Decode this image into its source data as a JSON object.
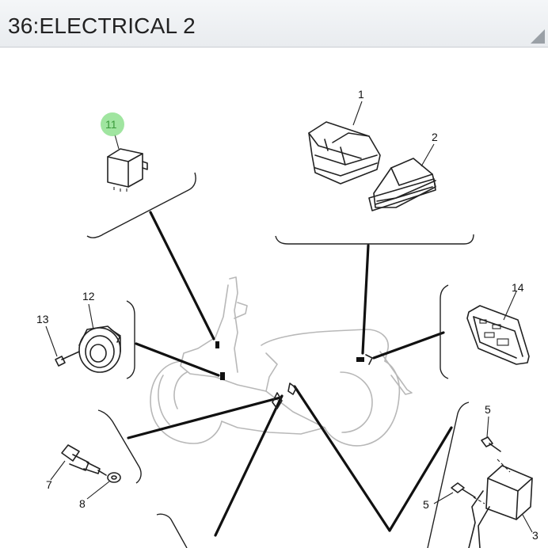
{
  "header": {
    "title": "36:ELECTRICAL 2"
  },
  "parts": [
    {
      "number": "1"
    },
    {
      "number": "2"
    },
    {
      "number": "3"
    },
    {
      "number": "5"
    },
    {
      "number": "5"
    },
    {
      "number": "7"
    },
    {
      "number": "8"
    },
    {
      "number": "11",
      "highlighted": true
    },
    {
      "number": "12"
    },
    {
      "number": "13"
    },
    {
      "number": "14"
    }
  ],
  "colors": {
    "highlight": "#8fe08f",
    "highlight_text": "#3a9a3a",
    "header_bg": "#eceff2"
  }
}
